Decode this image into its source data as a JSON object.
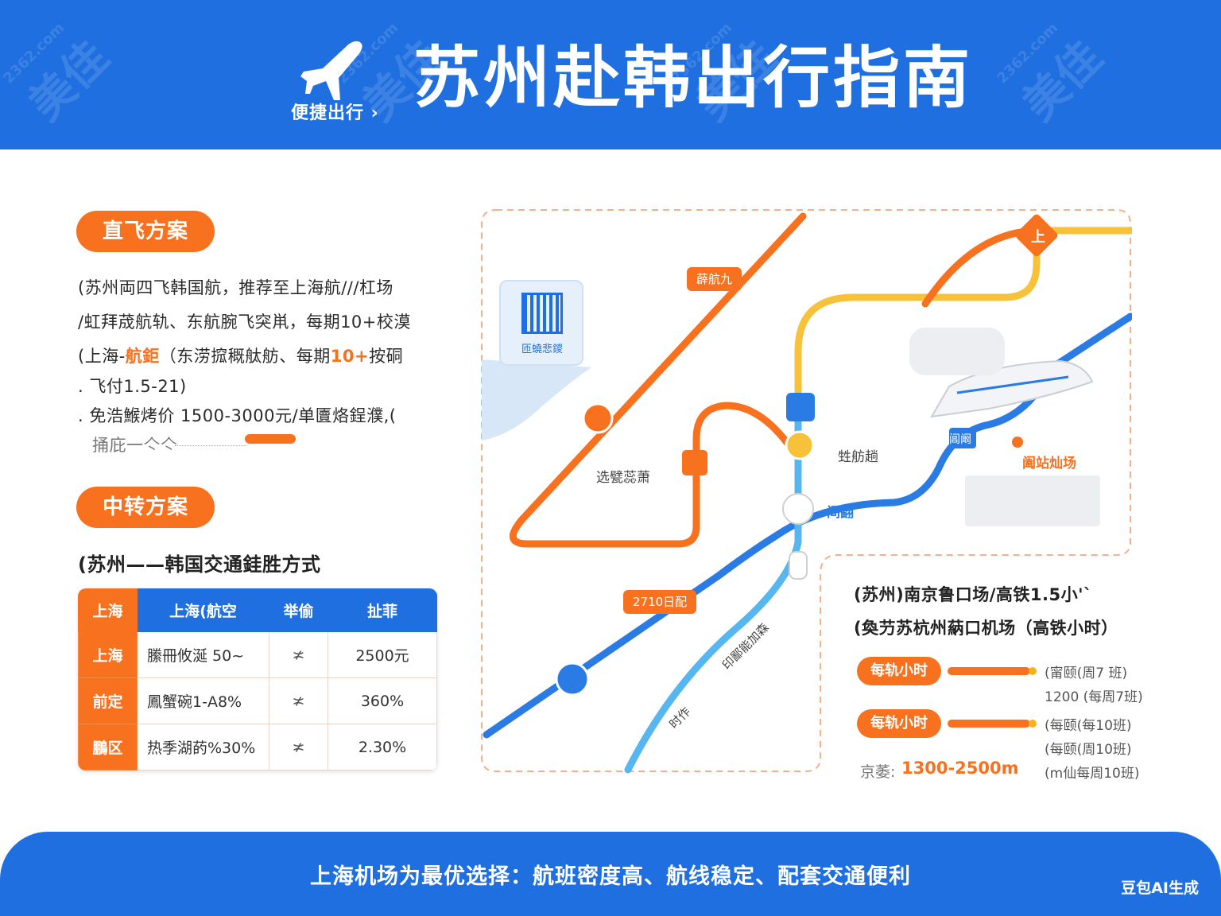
{
  "header": {
    "title": "苏州赴韩出行指南",
    "subtitle": "便捷出行 ›",
    "icon": "airplane-icon"
  },
  "watermark": {
    "brand": "美佳",
    "site": "2362.com"
  },
  "direct": {
    "pill": "直飞方案",
    "lines": [
      "(苏州両四飞韩国航，推荐至上海航/∕/杠场",
      "/虹拜荿航轨、东航腕飞突鼡，每期10+校漠",
      "(上海-",
      "航鉅",
      "（东涝搲穊舦舫、每期",
      "10+",
      "按硐",
      ". 飞付1.5-21)",
      ". 免浩鯸烤价 1500-3000元/单匵烙鋥濮,(",
      "捅庇一亽亽"
    ]
  },
  "transfer": {
    "pill": "中转方案",
    "heading": "(苏州——韩国交通銈胜方式",
    "table": {
      "headers": [
        "上海",
        "上海(航空",
        "举偷",
        "扯菲"
      ],
      "rows": [
        {
          "head": "上海",
          "desc": "縢冊攸涎 50~",
          "icon": "≭",
          "value": "2500元"
        },
        {
          "head": "前定",
          "desc": "鳳蟹碗1-A8%",
          "icon": "≭",
          "value": "360%"
        },
        {
          "head": "鵬区",
          "desc": "热季湖菂%30%",
          "icon": "≭",
          "value": "2.30%"
        }
      ]
    }
  },
  "map": {
    "qr_label": "匝蟯悲鑁",
    "tags": [
      "薜航九",
      "2710日配"
    ],
    "labels": [
      "选甓蕊萧",
      "甡舫趟",
      "阊阚",
      "间翻",
      "印鄙能加森",
      "时作",
      "阖站灿场",
      "上"
    ],
    "station_icons": [
      "train-icon",
      "metro-icon",
      "bus-icon",
      "airport-icon",
      "ship-icon"
    ],
    "info": {
      "line1": "(苏州)南京鲁口场/高铁1.5小'`",
      "line2": "(奐芀苏杭州蒳口机场（高铁小时）",
      "freq": [
        {
          "pill": "每轨小时",
          "texts": [
            "(甯颐(周7 班)",
            "1200 (每周7班)"
          ]
        },
        {
          "pill": "每轨小时",
          "texts": [
            "(每颐(每10班)",
            "(每颐(周10班)",
            "(m仙每周10班)"
          ]
        }
      ],
      "price_label": "京萎:",
      "price_value": "1300-2500m"
    }
  },
  "footer": {
    "text": "上海机场为最优选择：航班密度高、航线稳定、配套交通便利",
    "credit": "豆包AI生成"
  },
  "colors": {
    "primary_blue": "#1f6fe0",
    "accent_orange": "#f7711e",
    "accent_yellow": "#f7c23a",
    "light_blue": "#56b7f0"
  }
}
